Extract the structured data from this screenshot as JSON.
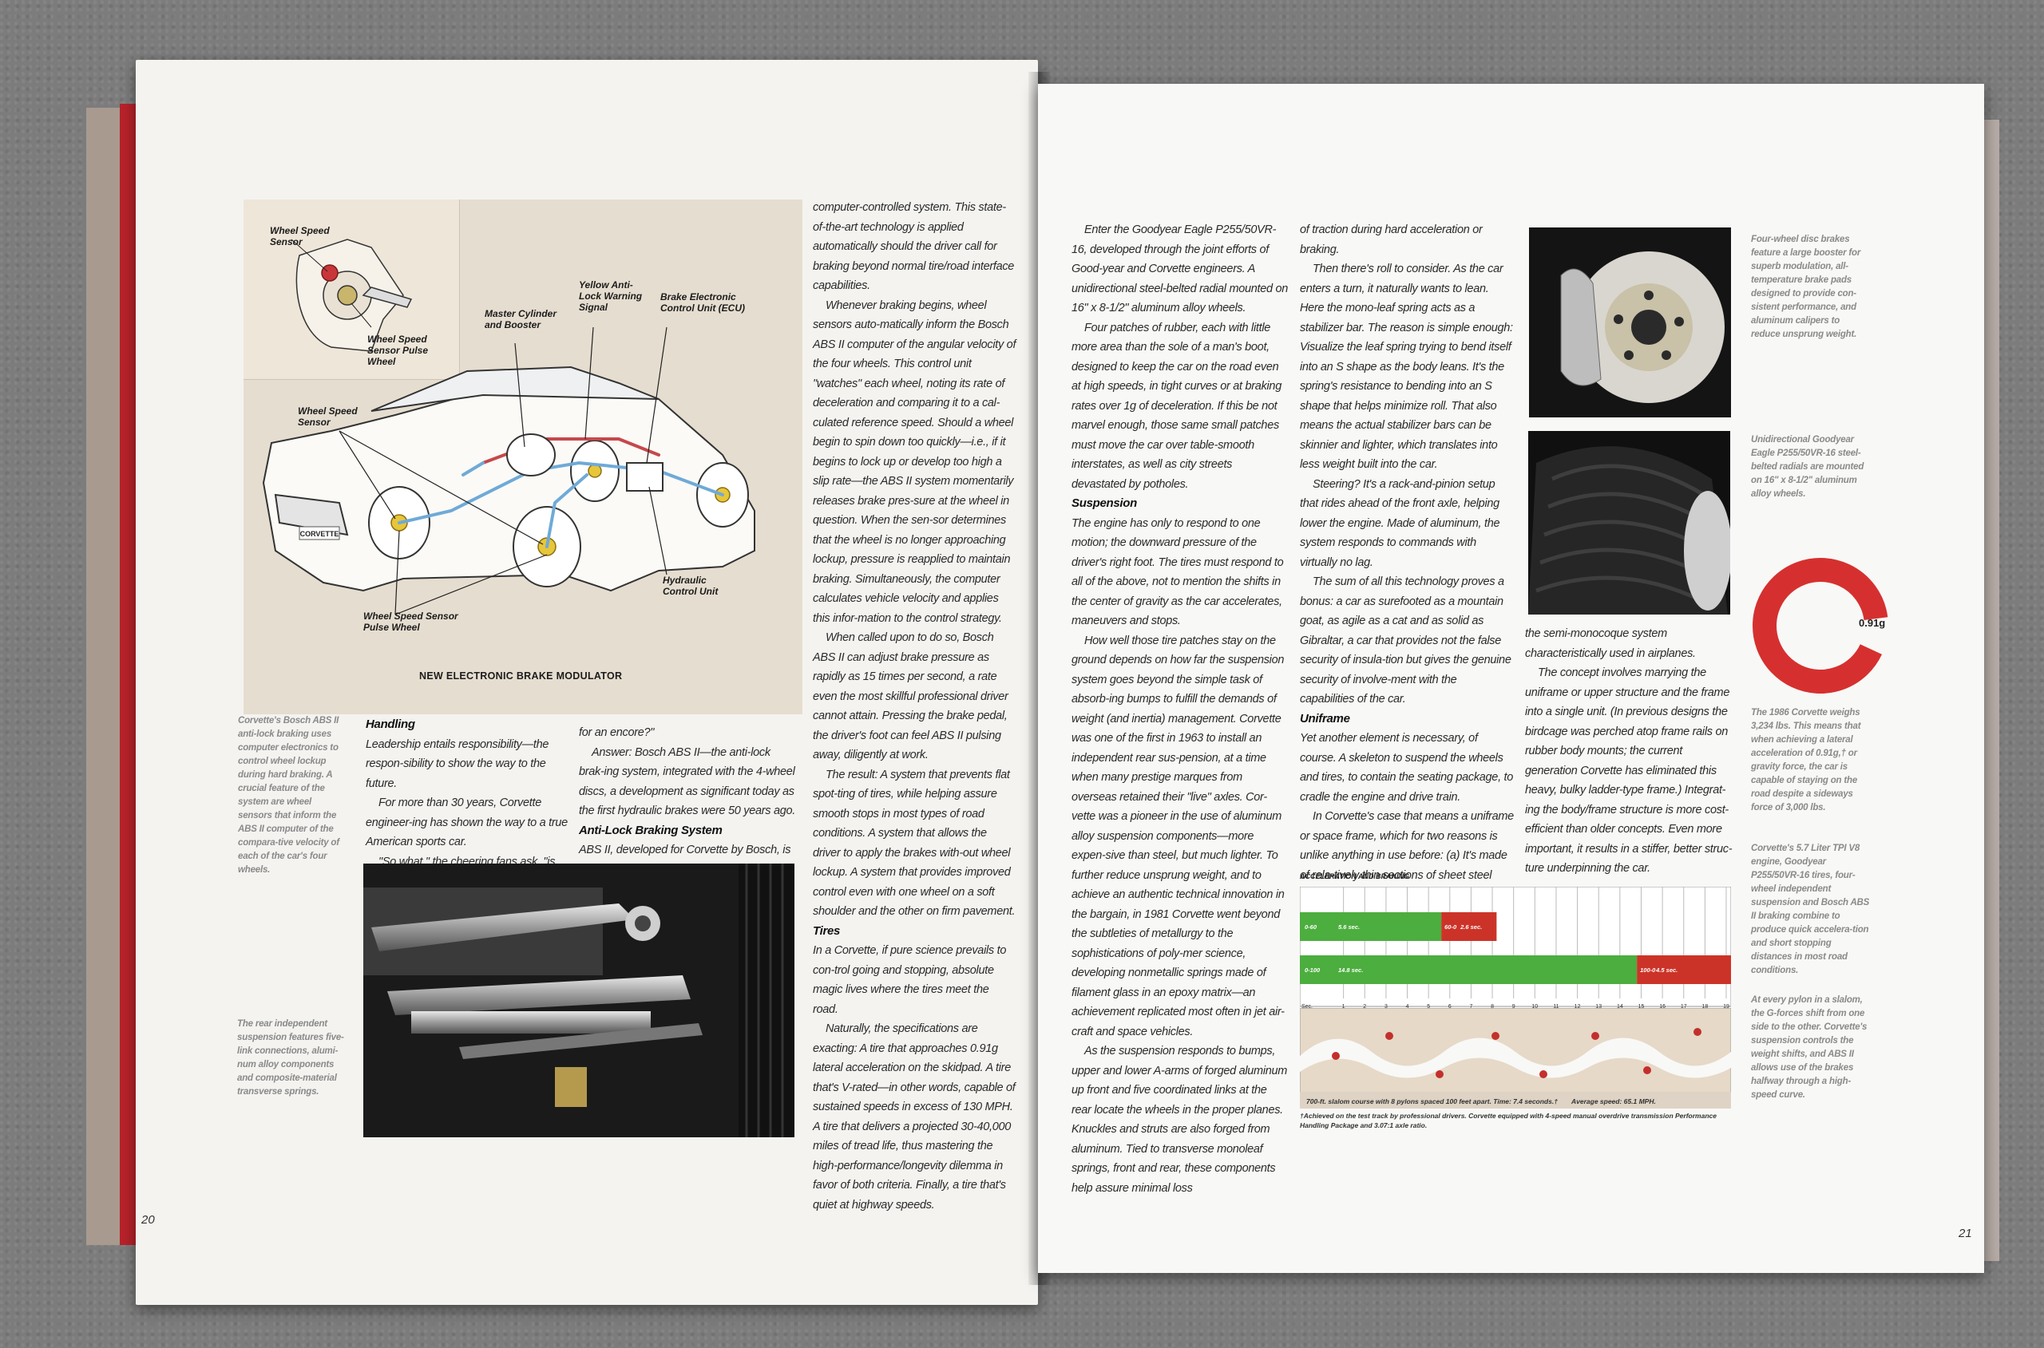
{
  "left_page": {
    "page_number": "20",
    "diagram": {
      "title": "NEW ELECTRONIC BRAKE MODULATOR",
      "labels": {
        "inset_sensor": "Wheel Speed Sensor",
        "inset_pulse": "Wheel Speed Sensor Pulse Wheel",
        "master": "Master Cylinder and Booster",
        "yellow": "Yellow Anti-Lock Warning Signal",
        "ecu": "Brake Electronic Control Unit (ECU)",
        "sensor": "Wheel Speed Sensor",
        "hydraulic": "Hydraulic Control Unit",
        "pulse": "Wheel Speed Sensor Pulse Wheel"
      },
      "badge": "CORVETTE"
    },
    "caption_abs": "Corvette's Bosch ABS II anti-lock braking uses computer electronics to control wheel lockup during hard braking. A crucial feature of the system are wheel sensors that inform the ABS II computer of the compara-tive velocity of each of the car's four wheels.",
    "caption_suspension": "The rear independent suspension features five-link connections, alumi-num alloy components and composite-material transverse springs.",
    "col1": {
      "heading_handling": "Handling",
      "p1": "Leadership entails responsibility—the respon-sibility to show the way to the future.",
      "p2": "For more than 30 years, Corvette engineer-ing has shown the way to a true American sports car.",
      "p3": "\"So what,\" the cheering fans ask, \"is left"
    },
    "col2": {
      "p1": "for an encore?\"",
      "p2": "Answer: Bosch ABS II—the anti-lock brak-ing system, integrated with the 4-wheel discs, a development as significant today as the first hydraulic brakes were 50 years ago.",
      "heading_abs": "Anti-Lock Braking System",
      "p3": "ABS II, developed for Corvette by Bosch, is a"
    },
    "col3": {
      "p1": "computer-controlled system. This state-of-the-art technology is applied automatically should the driver call for braking beyond normal tire/road interface capabilities.",
      "p2": "Whenever braking begins, wheel sensors auto-matically inform the Bosch ABS II computer of the angular velocity of the four wheels. This control unit \"watches\" each wheel, noting its rate of deceleration and comparing it to a cal-culated reference speed. Should a wheel begin to spin down too quickly—i.e., if it begins to lock up or develop too high a slip rate—the ABS II system momentarily releases brake pres-sure at the wheel in question. When the sen-sor determines that the wheel is no longer approaching lockup, pressure is reapplied to maintain braking. Simultaneously, the computer calculates vehicle velocity and applies this infor-mation to the control strategy.",
      "p3": "When called upon to do so, Bosch ABS II can adjust brake pressure as rapidly as 15 times per second, a rate even the most skillful professional driver cannot attain. Pressing the brake pedal, the driver's foot can feel ABS II pulsing away, diligently at work.",
      "p4": "The result: A system that prevents flat spot-ting of tires, while helping assure smooth stops in most types of road conditions. A system that allows the driver to apply the brakes with-out wheel lockup. A system that provides improved control even with one wheel on a soft shoulder and the other on firm pavement.",
      "heading_tires": "Tires",
      "p5": "In a Corvette, if pure science prevails to con-trol going and stopping, absolute magic lives where the tires meet the road.",
      "p6": "Naturally, the specifications are exacting: A tire that approaches 0.91g lateral acceleration on the skidpad. A tire that's V-rated—in other words, capable of sustained speeds in excess of 130 MPH. A tire that delivers a projected 30-40,000 miles of tread life, thus mastering the high-performance/longevity dilemma in favor of both criteria. Finally, a tire that's quiet at highway speeds."
    }
  },
  "right_page": {
    "page_number": "21",
    "col1": {
      "p1": "Enter the Goodyear Eagle P255/50VR-16, developed through the joint efforts of Good-year and Corvette engineers. A unidirectional steel-belted radial mounted on 16\" x 8-1/2\" aluminum alloy wheels.",
      "p2": "Four patches of rubber, each with little more area than the sole of a man's boot, designed to keep the car on the road even at high speeds, in tight curves or at braking rates over 1g of deceleration. If this be not marvel enough, those same small patches must move the car over table-smooth interstates, as well as city streets devastated by potholes.",
      "heading_suspension": "Suspension",
      "p3": "The engine has only to respond to one motion; the downward pressure of the driver's right foot. The tires must respond to all of the above, not to mention the shifts in the center of gravity as the car accelerates, maneuvers and stops.",
      "p4": "How well those tire patches stay on the ground depends on how far the suspension system goes beyond the simple task of absorb-ing bumps to fulfill the demands of weight (and inertia) management. Corvette was one of the first in 1963 to install an independent rear sus-pension, at a time when many prestige marques from overseas retained their \"live\" axles. Cor-vette was a pioneer in the use of aluminum alloy suspension components—more expen-sive than steel, but much lighter. To further reduce unsprung weight, and to achieve an authentic technical innovation in the bargain, in 1981 Corvette went beyond the subtleties of metallurgy to the sophistications of poly-mer science, developing nonmetallic springs made of filament glass in an epoxy matrix—an achievement replicated most often in jet air-craft and space vehicles.",
      "p5": "As the suspension responds to bumps, upper and lower A-arms of forged aluminum up front and five coordinated links at the rear locate the wheels in the proper planes. Knuckles and struts are also forged from aluminum. Tied to transverse monoleaf springs, front and rear, these components help assure minimal loss"
    },
    "col2": {
      "p1": "of traction during hard acceleration or braking.",
      "p2": "Then there's roll to consider. As the car enters a turn, it naturally wants to lean. Here the mono-leaf spring acts as a stabilizer bar. The reason is simple enough: Visualize the leaf spring trying to bend itself into an S shape as the body leans. It's the spring's resistance to bending into an S shape that helps minimize roll. That also means the actual stabilizer bars can be skinnier and lighter, which translates into less weight built into the car.",
      "p3": "Steering? It's a rack-and-pinion setup that rides ahead of the front axle, helping lower the engine. Made of aluminum, the system responds to commands with virtually no lag.",
      "p4": "The sum of all this technology proves a bonus: a car as surefooted as a mountain goat, as agile as a cat and as solid as Gibraltar, a car that provides not the false security of insula-tion but gives the genuine security of involve-ment with the capabilities of the car.",
      "heading_uniframe": "Uniframe",
      "p5": "Yet another element is necessary, of course. A skeleton to suspend the wheels and tires, to contain the seating package, to cradle the engine and drive train.",
      "p6": "In Corvette's case that means a uniframe or space frame, which for two reasons is unlike anything in use before: (a) It's made of rela-tively thin sections of sheet steel spot-welded together, and (b) the fiberglass skins, in con-trast to a conventional unitized body, are like"
    },
    "col3": {
      "p1": "the semi-monocoque system characteristically used in airplanes.",
      "p2": "The concept involves marrying the uniframe or upper structure and the frame into a single unit. (In previous designs the birdcage was perched atop frame rails on rubber body mounts; the current generation Corvette has eliminated this heavy, bulky ladder-type frame.) Integrat-ing the body/frame structure is more cost-efficient than older concepts. Even more important, it results in a stiffer, better struc-ture underpinning the car."
    },
    "captions": {
      "brakes": "Four-wheel disc brakes feature a large booster for superb modulation, all-temperature brake pads designed to provide con-sistent performance, and aluminum calipers to reduce unsprung weight.",
      "tires": "Unidirectional Goodyear Eagle P255/50VR-16 steel-belted radials are mounted on 16\" x 8-1/2\" aluminum alloy wheels.",
      "gforce": "The 1986 Corvette weighs 3,234 lbs. This means that when achieving a lateral acceleration of 0.91g,† or gravity force, the car is capable of staying on the road despite a sideways force of 3,000 lbs.",
      "engine": "Corvette's 5.7 Liter TPI V8 engine, Goodyear P255/50VR-16 tires, four-wheel independent suspension and Bosch ABS II braking combine to produce quick accelera-tion and short stopping distances in most road conditions.",
      "slalom": "At every pylon in a slalom, the G-forces shift from one side to the other. Corvette's suspension controls the weight shifts, and ABS II allows use of the brakes halfway through a high-speed curve."
    },
    "gauge": {
      "label": "0.91g",
      "value_g": 0.91,
      "color": "#d5302f"
    },
    "chart_title": "ACCELERATION AND BRAKING",
    "slalom_text": "700-ft. slalom course with 8 pylons spaced 100 feet apart. Time: 7.4 seconds.†",
    "slalom_speed": "Average speed: 65.1 MPH.",
    "footnote": "†Achieved on the test track by professional drivers. Corvette equipped with 4-speed manual overdrive transmission Performance Handling Package and 3.07:1 axle ratio."
  },
  "chart_data": {
    "type": "bar",
    "title": "ACCELERATION AND BRAKING",
    "x_tick_prefix": "Sec.",
    "xlim": [
      0,
      19
    ],
    "x_ticks": [
      1,
      2,
      3,
      4,
      5,
      6,
      7,
      8,
      9,
      10,
      11,
      12,
      13,
      14,
      15,
      16,
      17,
      18,
      19
    ],
    "rows": [
      {
        "accel_label": "0-60",
        "accel_text": "5.6 sec.",
        "accel_seconds": 5.6,
        "brake_label": "60-0",
        "brake_text": "2.6 sec.",
        "brake_seconds": 2.6
      },
      {
        "accel_label": "0-100",
        "accel_text": "14.8 sec.",
        "accel_seconds": 14.8,
        "brake_label": "100-0",
        "brake_text": "4.5 sec.",
        "brake_seconds": 4.5
      }
    ],
    "colors": {
      "accel": "#4cae3e",
      "brake": "#cc3328"
    }
  }
}
